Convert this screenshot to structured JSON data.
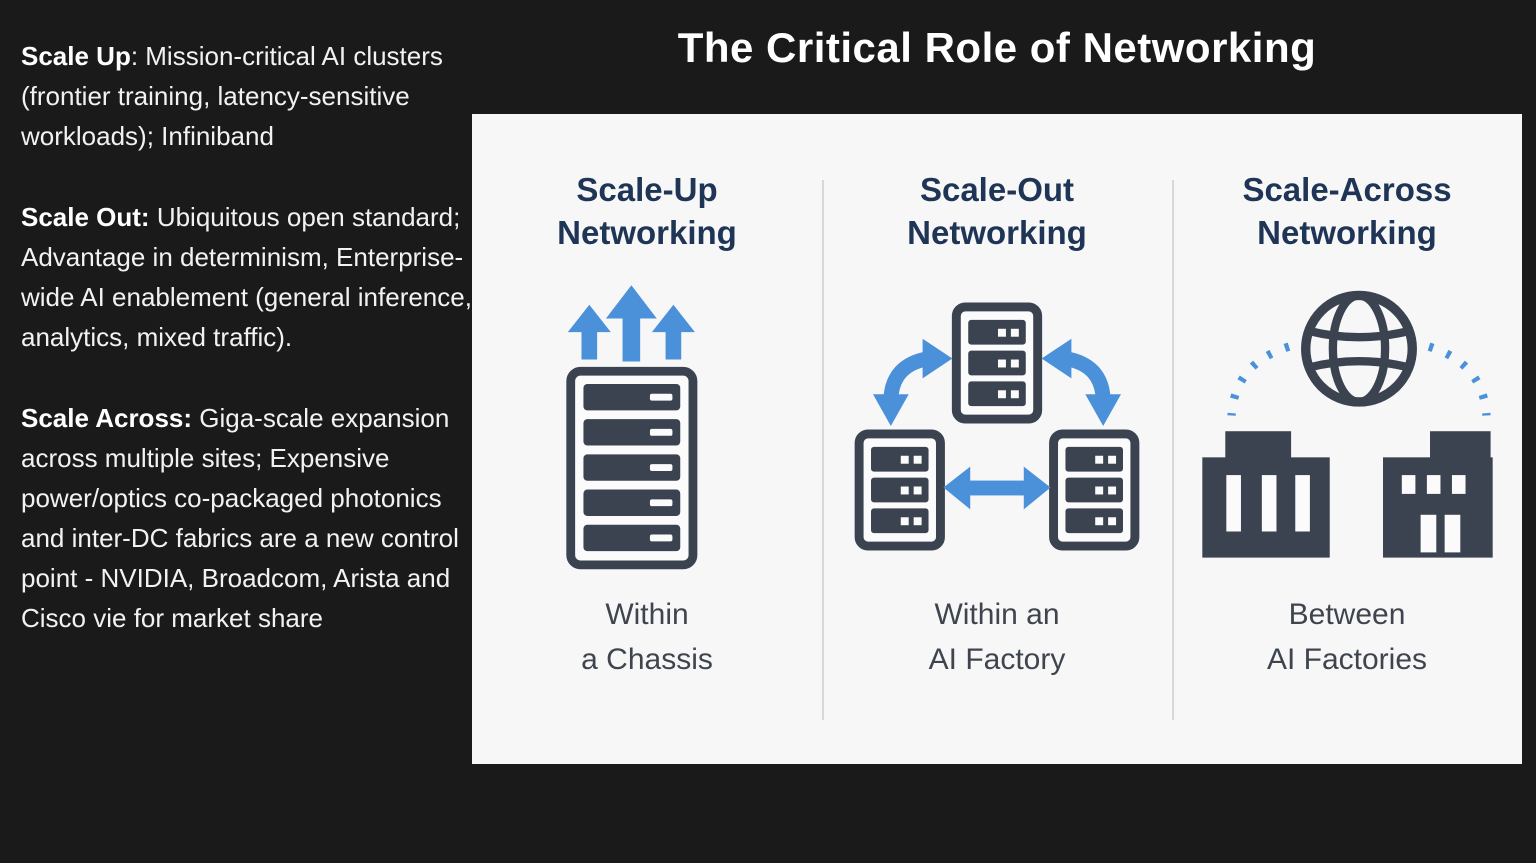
{
  "slide": {
    "title": "The Critical Role of Networking",
    "notes": [
      {
        "lead": "Scale Up",
        "rest": ": Mission-critical AI clusters (frontier training, latency-sensitive workloads); Infiniband"
      },
      {
        "lead": "Scale Out:",
        "rest": " Ubiquitous open standard; Advantage in determinism, Enterprise-wide AI enablement (general inference, analytics, mixed traffic)."
      },
      {
        "lead": "Scale Across:",
        "rest": "  Giga-scale expansion across multiple sites; Expensive power/optics co-packaged photonics and inter-DC fabrics  are a new control point - NVIDIA, Broadcom, Arista and Cisco vie for market share"
      }
    ],
    "panels": [
      {
        "heading_line1": "Scale-Up",
        "heading_line2": "Networking",
        "icon": "scale-up-rack-icon",
        "caption_line1": "Within",
        "caption_line2": "a Chassis"
      },
      {
        "heading_line1": "Scale-Out",
        "heading_line2": "Networking",
        "icon": "scale-out-cluster-icon",
        "caption_line1": "Within an",
        "caption_line2": "AI Factory"
      },
      {
        "heading_line1": "Scale-Across",
        "heading_line2": "Networking",
        "icon": "scale-across-globe-icon",
        "caption_line1": "Between",
        "caption_line2": "AI Factories"
      }
    ],
    "colors": {
      "background": "#1a1a1a",
      "card_background": "#f7f7f8",
      "heading_navy": "#1f3556",
      "caption_gray": "#3f454e",
      "icon_slate": "#3c4350",
      "icon_blue": "#4b91d9",
      "divider": "#d8d8d8",
      "note_text": "#f2f2f2"
    }
  }
}
